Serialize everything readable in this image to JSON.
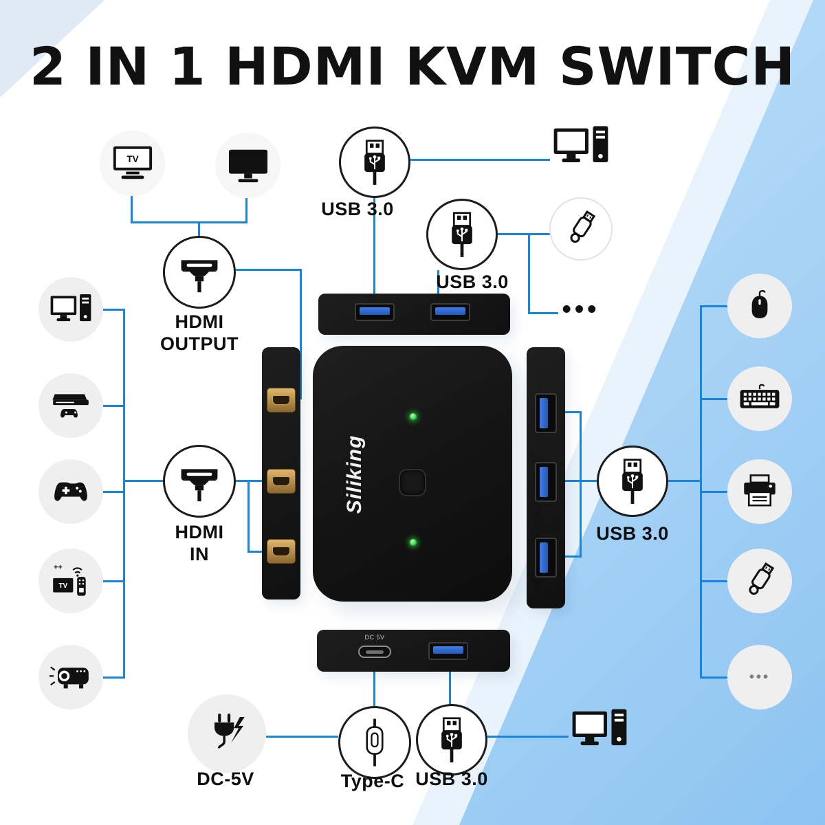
{
  "title": "2 IN 1 HDMI KVM SWITCH",
  "brand": "Siliking",
  "labels": {
    "usb_top_left": "USB 3.0",
    "usb_top_right": "USB 3.0",
    "usb_right": "USB 3.0",
    "usb_bottom": "USB 3.0",
    "hdmi_output": [
      "HDMI",
      "OUTPUT"
    ],
    "hdmi_in": [
      "HDMI",
      "IN"
    ],
    "dc_power": "DC-5V",
    "type_c": "Type-C"
  },
  "device": {
    "dc_port_label": "DC 5V"
  },
  "icons": {
    "tv_label": "TV",
    "tv_box_label": "TV",
    "tv_box_plus": "++",
    "ellipsis_top": "•••",
    "ellipsis_right": "•••"
  },
  "colors": {
    "accent_line": "#1786e0",
    "usb_port_blue": "#2e6bd6",
    "hdmi_gold": "#c79b52",
    "led_green": "#2ecc40",
    "device_black": "#141414",
    "bg_blue_light": "#e9f3fc",
    "bg_blue_deep": "#8cc3f1",
    "circle_gray": "#efefef"
  }
}
